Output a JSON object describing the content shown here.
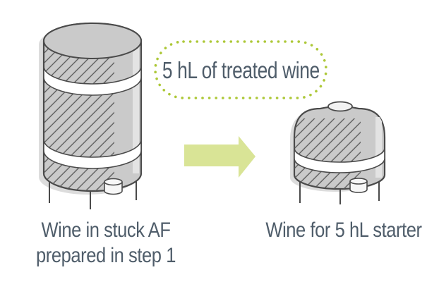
{
  "callout": {
    "label": "5 hL of treated wine"
  },
  "captions": {
    "left_line1": "Wine in stuck AF",
    "left_line2": "prepared in step 1",
    "right": "Wine for 5 hL starter"
  },
  "icons": {
    "arrow": "right-block-arrow",
    "large_tank": "hatched-wine-tank",
    "small_tank": "hatched-starter-tank"
  },
  "colors": {
    "arrow_fill": "#d9e496",
    "callout_dot": "#adc838",
    "tank_fill": "#cacaca",
    "tank_outline": "#4a4a4a",
    "band_fill": "#ffffff",
    "shadow": "#dcdcdc",
    "hatch_line": "#575757",
    "caption_text": "#4f5d6a"
  }
}
